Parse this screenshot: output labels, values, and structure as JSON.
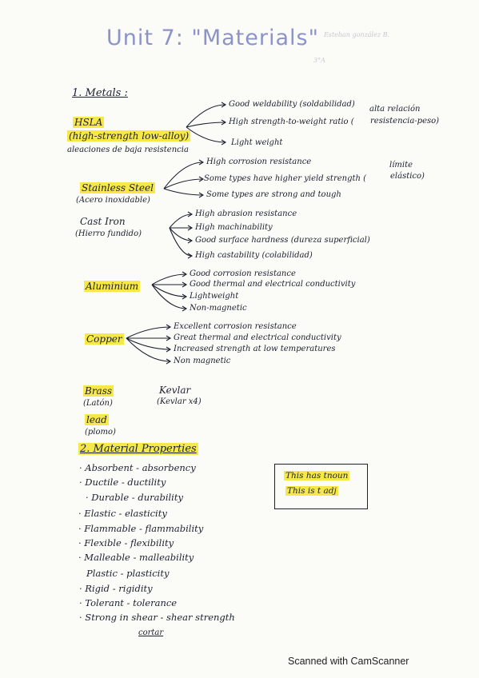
{
  "title": "Unit 7: \"Materials\"",
  "faint_notes": [
    "Esteban gonzález B.",
    "3°A",
    "·"
  ],
  "section1": "1. Metals :",
  "hsla": {
    "name": "HSLA",
    "full": "(high-strength low-alloy)",
    "spanish": "aleaciones de baja resistencia",
    "props": [
      "Good weldability (soldabilidad)",
      "High strength-to-weight ratio (",
      "Light weight"
    ],
    "note1": "alta relación",
    "note2": "resistencia-peso)"
  },
  "stainless": {
    "name": "Stainless Steel",
    "spanish": "(Acero inoxidable)",
    "props": [
      "High corrosion resistance",
      "Some types have higher yield strength (",
      "Some types are strong and tough"
    ],
    "note1": "límite",
    "note2": "elástico)"
  },
  "castiron": {
    "name": "Cast Iron",
    "spanish": "(Hierro fundido)",
    "props": [
      "High abrasion resistance",
      "High machinability",
      "Good surface hardness (dureza superficial)",
      "High castability (colabilidad)"
    ]
  },
  "aluminium": {
    "name": "Aluminium",
    "props": [
      "Good corrosion resistance",
      "Good thermal and electrical conductivity",
      "Lightweight",
      "Non-magnetic"
    ]
  },
  "copper": {
    "name": "Copper",
    "props": [
      "Excellent corrosion resistance",
      "Great thermal and electrical conductivity",
      "Increased strength at low temperatures",
      "Non magnetic"
    ]
  },
  "brass": {
    "name": "Brass",
    "spanish": "(Latón)"
  },
  "kevlar": {
    "name": "Kevlar",
    "spanish": "(Kevlar x4)"
  },
  "lead": {
    "name": "lead",
    "spanish": "(plomo)"
  },
  "section2": "2. Material Properties",
  "properties": [
    "· Absorbent - absorbency",
    "· Ductile - ductility",
    "· Durable - durability",
    "· Elastic - elasticity",
    "· Flammable - flammability",
    "· Flexible - flexibility",
    "· Malleable - malleability",
    "Plastic - plasticity",
    "· Rigid - rigidity",
    "· Tolerant - tolerance",
    "· Strong in shear - shear strength"
  ],
  "cortar": "cortar",
  "box": [
    "This has tnoun",
    "This is t adj"
  ],
  "footer": "Scanned with CamScanner"
}
